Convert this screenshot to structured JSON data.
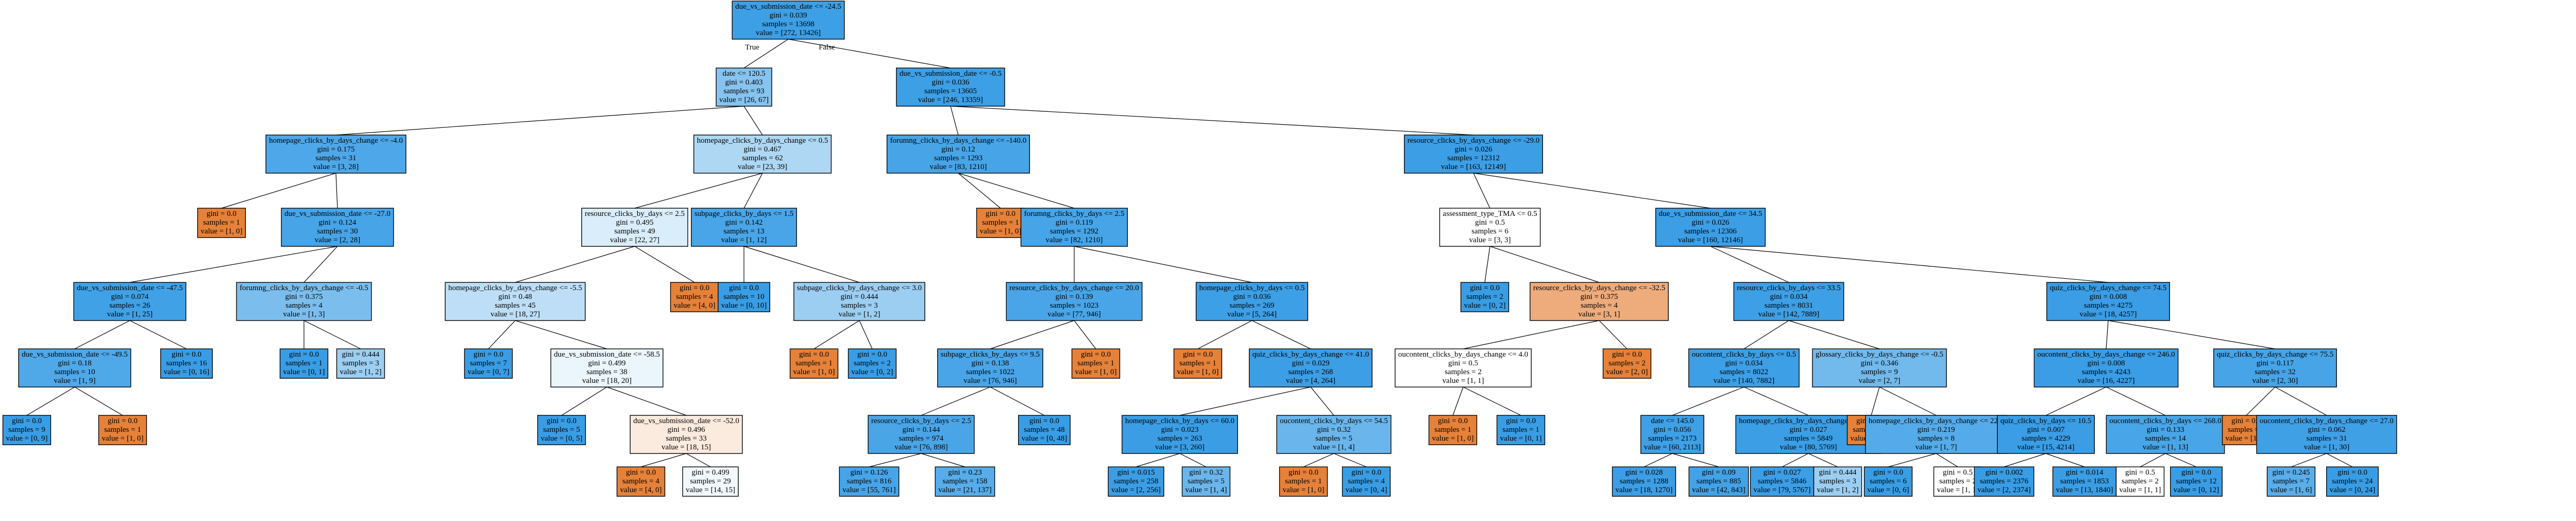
{
  "tree": {
    "colors": {
      "blue": "#399de5",
      "orange": "#e58139",
      "white": "#ffffff"
    },
    "edge_labels": {
      "true_label": "True",
      "false_label": "False"
    },
    "nodes": [
      {
        "id": "n0",
        "lines": [
          "due_vs_submission_date <= -24.5",
          "gini = 0.039",
          "samples = 13698",
          "value = [272, 13426]"
        ],
        "fill": "#3d9fe5"
      },
      {
        "id": "n1",
        "parent": "n0",
        "lines": [
          "date <= 120.5",
          "gini = 0.403",
          "samples = 93",
          "value = [26, 67]"
        ],
        "fill": "#86c3ef"
      },
      {
        "id": "n2",
        "parent": "n0",
        "lines": [
          "due_vs_submission_date <= -0.5",
          "gini = 0.036",
          "samples = 13605",
          "value = [246, 13359]"
        ],
        "fill": "#3d9fe5"
      },
      {
        "id": "n3",
        "parent": "n1",
        "lines": [
          "homepage_clicks_by_days_change <= -4.0",
          "gini = 0.175",
          "samples = 31",
          "value = [3, 28]"
        ],
        "fill": "#4ea7e8"
      },
      {
        "id": "n4",
        "parent": "n1",
        "lines": [
          "homepage_clicks_by_days_change <= 0.5",
          "gini = 0.467",
          "samples = 62",
          "value = [23, 39]"
        ],
        "fill": "#aed7f4"
      },
      {
        "id": "n5",
        "parent": "n2",
        "lines": [
          "forumng_clicks_by_days_change <= -140.0",
          "gini = 0.12",
          "samples = 1293",
          "value = [83, 1210]"
        ],
        "fill": "#47a4e7"
      },
      {
        "id": "n6",
        "parent": "n2",
        "lines": [
          "resource_clicks_by_days_change <= -29.0",
          "gini = 0.026",
          "samples = 12312",
          "value = [163, 12149]"
        ],
        "fill": "#3c9ee5"
      },
      {
        "id": "n7",
        "parent": "n3",
        "lines": [
          "gini = 0.0",
          "samples = 1",
          "value = [1, 0]"
        ],
        "fill": "#e58139"
      },
      {
        "id": "n8",
        "parent": "n3",
        "lines": [
          "due_vs_submission_date <= -27.0",
          "gini = 0.124",
          "samples = 30",
          "value = [2, 28]"
        ],
        "fill": "#47a4e7"
      },
      {
        "id": "n9",
        "parent": "n4",
        "lines": [
          "resource_clicks_by_days <= 2.5",
          "gini = 0.495",
          "samples = 49",
          "value = [22, 27]"
        ],
        "fill": "#daedfa"
      },
      {
        "id": "n10",
        "parent": "n4",
        "lines": [
          "subpage_clicks_by_days <= 1.5",
          "gini = 0.142",
          "samples = 13",
          "value = [1, 12]"
        ],
        "fill": "#49a5e7"
      },
      {
        "id": "n11",
        "parent": "n5",
        "lines": [
          "gini = 0.0",
          "samples = 1",
          "value = [1, 0]"
        ],
        "fill": "#e58139"
      },
      {
        "id": "n12",
        "parent": "n5",
        "lines": [
          "forumng_clicks_by_days <= 2.5",
          "gini = 0.119",
          "samples = 1292",
          "value = [82, 1210]"
        ],
        "fill": "#46a4e7"
      },
      {
        "id": "n13",
        "parent": "n6",
        "lines": [
          "assessment_type_TMA <= 0.5",
          "gini = 0.5",
          "samples = 6",
          "value = [3, 3]"
        ],
        "fill": "#ffffff"
      },
      {
        "id": "n14",
        "parent": "n6",
        "lines": [
          "due_vs_submission_date <= 34.5",
          "gini = 0.026",
          "samples = 12306",
          "value = [160, 12146]"
        ],
        "fill": "#3c9ee5"
      },
      {
        "id": "n15",
        "parent": "n8",
        "lines": [
          "due_vs_submission_date <= -47.5",
          "gini = 0.074",
          "samples = 26",
          "value = [1, 25]"
        ],
        "fill": "#41a1e6"
      },
      {
        "id": "n16",
        "parent": "n8",
        "lines": [
          "forumng_clicks_by_days_change <= -0.5",
          "gini = 0.375",
          "samples = 4",
          "value = [1, 3]"
        ],
        "fill": "#7bbeee"
      },
      {
        "id": "n17",
        "parent": "n9",
        "lines": [
          "homepage_clicks_by_days_change <= -5.5",
          "gini = 0.48",
          "samples = 45",
          "value = [18, 27]"
        ],
        "fill": "#bddef6"
      },
      {
        "id": "n18",
        "parent": "n9",
        "lines": [
          "gini = 0.0",
          "samples = 4",
          "value = [4, 0]"
        ],
        "fill": "#e58139"
      },
      {
        "id": "n19",
        "parent": "n10",
        "lines": [
          "gini = 0.0",
          "samples = 10",
          "value = [0, 10]"
        ],
        "fill": "#399de5"
      },
      {
        "id": "n20",
        "parent": "n10",
        "lines": [
          "subpage_clicks_by_days_change <= 3.0",
          "gini = 0.444",
          "samples = 3",
          "value = [1, 2]"
        ],
        "fill": "#9ccef2"
      },
      {
        "id": "n21",
        "parent": "n12",
        "lines": [
          "resource_clicks_by_days_change <= 20.0",
          "gini = 0.139",
          "samples = 1023",
          "value = [77, 946]"
        ],
        "fill": "#49a5e7"
      },
      {
        "id": "n22",
        "parent": "n12",
        "lines": [
          "homepage_clicks_by_days <= 0.5",
          "gini = 0.036",
          "samples = 269",
          "value = [5, 264]"
        ],
        "fill": "#3d9fe5"
      },
      {
        "id": "n23",
        "parent": "n13",
        "lines": [
          "gini = 0.0",
          "samples = 2",
          "value = [0, 2]"
        ],
        "fill": "#399de5"
      },
      {
        "id": "n24",
        "parent": "n13",
        "lines": [
          "resource_clicks_by_days_change <= -32.5",
          "gini = 0.375",
          "samples = 4",
          "value = [3, 1]"
        ],
        "fill": "#eeab7b"
      },
      {
        "id": "n25",
        "parent": "n14",
        "lines": [
          "resource_clicks_by_days <= 33.5",
          "gini = 0.034",
          "samples = 8031",
          "value = [142, 7889]"
        ],
        "fill": "#3d9fe5"
      },
      {
        "id": "n26",
        "parent": "n14",
        "lines": [
          "quiz_clicks_by_days_change <= 74.5",
          "gini = 0.008",
          "samples = 4275",
          "value = [18, 4257]"
        ],
        "fill": "#3a9de5"
      },
      {
        "id": "n27",
        "parent": "n15",
        "lines": [
          "due_vs_submission_date <= -49.5",
          "gini = 0.18",
          "samples = 10",
          "value = [1, 9]"
        ],
        "fill": "#4fa8e8"
      },
      {
        "id": "n28",
        "parent": "n15",
        "lines": [
          "gini = 0.0",
          "samples = 16",
          "value = [0, 16]"
        ],
        "fill": "#399de5"
      },
      {
        "id": "n29",
        "parent": "n16",
        "lines": [
          "gini = 0.0",
          "samples = 1",
          "value = [0, 1]"
        ],
        "fill": "#399de5"
      },
      {
        "id": "n30",
        "parent": "n16",
        "lines": [
          "gini = 0.444",
          "samples = 3",
          "value = [1, 2]"
        ],
        "fill": "#9ccef2"
      },
      {
        "id": "n31",
        "parent": "n17",
        "lines": [
          "gini = 0.0",
          "samples = 7",
          "value = [0, 7]"
        ],
        "fill": "#399de5"
      },
      {
        "id": "n32",
        "parent": "n17",
        "lines": [
          "due_vs_submission_date <= -58.5",
          "gini = 0.499",
          "samples = 38",
          "value = [18, 20]"
        ],
        "fill": "#ebf5fc"
      },
      {
        "id": "n33",
        "parent": "n20",
        "lines": [
          "gini = 0.0",
          "samples = 1",
          "value = [1, 0]"
        ],
        "fill": "#e58139"
      },
      {
        "id": "n34",
        "parent": "n20",
        "lines": [
          "gini = 0.0",
          "samples = 2",
          "value = [0, 2]"
        ],
        "fill": "#399de5"
      },
      {
        "id": "n35",
        "parent": "n21",
        "lines": [
          "subpage_clicks_by_days <= 9.5",
          "gini = 0.138",
          "samples = 1022",
          "value = [76, 946]"
        ],
        "fill": "#49a5e7"
      },
      {
        "id": "n36",
        "parent": "n21",
        "lines": [
          "gini = 0.0",
          "samples = 1",
          "value = [1, 0]"
        ],
        "fill": "#e58139"
      },
      {
        "id": "n37",
        "parent": "n22",
        "lines": [
          "gini = 0.0",
          "samples = 1",
          "value = [1, 0]"
        ],
        "fill": "#e58139"
      },
      {
        "id": "n38",
        "parent": "n22",
        "lines": [
          "quiz_clicks_by_days_change <= 41.0",
          "gini = 0.029",
          "samples = 268",
          "value = [4, 264]"
        ],
        "fill": "#3c9ee5"
      },
      {
        "id": "n39",
        "parent": "n24",
        "lines": [
          "oucontent_clicks_by_days_change <= 4.0",
          "gini = 0.5",
          "samples = 2",
          "value = [1, 1]"
        ],
        "fill": "#ffffff"
      },
      {
        "id": "n40",
        "parent": "n24",
        "lines": [
          "gini = 0.0",
          "samples = 2",
          "value = [2, 0]"
        ],
        "fill": "#e58139"
      },
      {
        "id": "n41",
        "parent": "n25",
        "lines": [
          "oucontent_clicks_by_days <= 0.5",
          "gini = 0.034",
          "samples = 8022",
          "value = [140, 7882]"
        ],
        "fill": "#3d9fe5"
      },
      {
        "id": "n42",
        "parent": "n25",
        "lines": [
          "glossary_clicks_by_days_change <= -0.5",
          "gini = 0.346",
          "samples = 9",
          "value = [2, 7]"
        ],
        "fill": "#72b9ec"
      },
      {
        "id": "n43",
        "parent": "n26",
        "lines": [
          "oucontent_clicks_by_days_change <= 246.0",
          "gini = 0.008",
          "samples = 4243",
          "value = [16, 4227]"
        ],
        "fill": "#3a9de5"
      },
      {
        "id": "n44",
        "parent": "n26",
        "lines": [
          "quiz_clicks_by_days_change <= 75.5",
          "gini = 0.117",
          "samples = 32",
          "value = [2, 30]"
        ],
        "fill": "#46a4e7"
      },
      {
        "id": "n45",
        "parent": "n27",
        "lines": [
          "gini = 0.0",
          "samples = 9",
          "value = [0, 9]"
        ],
        "fill": "#399de5"
      },
      {
        "id": "n46",
        "parent": "n27",
        "lines": [
          "gini = 0.0",
          "samples = 1",
          "value = [1, 0]"
        ],
        "fill": "#e58139"
      },
      {
        "id": "n47",
        "parent": "n32",
        "lines": [
          "gini = 0.0",
          "samples = 5",
          "value = [0, 5]"
        ],
        "fill": "#399de5"
      },
      {
        "id": "n48",
        "parent": "n32",
        "lines": [
          "due_vs_submission_date <= -52.0",
          "gini = 0.496",
          "samples = 33",
          "value = [18, 15]"
        ],
        "fill": "#fbeade"
      },
      {
        "id": "n49",
        "parent": "n35",
        "lines": [
          "resource_clicks_by_days <= 2.5",
          "gini = 0.144",
          "samples = 974",
          "value = [76, 898]"
        ],
        "fill": "#4aa5e7"
      },
      {
        "id": "n50",
        "parent": "n35",
        "lines": [
          "gini = 0.0",
          "samples = 48",
          "value = [0, 48]"
        ],
        "fill": "#399de5"
      },
      {
        "id": "n51",
        "parent": "n38",
        "lines": [
          "homepage_clicks_by_days <= 60.0",
          "gini = 0.023",
          "samples = 263",
          "value = [3, 260]"
        ],
        "fill": "#3b9ee5"
      },
      {
        "id": "n52",
        "parent": "n38",
        "lines": [
          "oucontent_clicks_by_days <= 54.5",
          "gini = 0.32",
          "samples = 5",
          "value = [1, 4]"
        ],
        "fill": "#6ab6ec"
      },
      {
        "id": "n53",
        "parent": "n39",
        "lines": [
          "gini = 0.0",
          "samples = 1",
          "value = [1, 0]"
        ],
        "fill": "#e58139"
      },
      {
        "id": "n54",
        "parent": "n39",
        "lines": [
          "gini = 0.0",
          "samples = 1",
          "value = [0, 1]"
        ],
        "fill": "#399de5"
      },
      {
        "id": "n55",
        "parent": "n41",
        "lines": [
          "date <= 145.0",
          "gini = 0.056",
          "samples = 2173",
          "value = [60, 2113]"
        ],
        "fill": "#3fa0e6"
      },
      {
        "id": "n56",
        "parent": "n41",
        "lines": [
          "homepage_clicks_by_days_change <= 121.5",
          "gini = 0.027",
          "samples = 5849",
          "value = [80, 5769]"
        ],
        "fill": "#3c9ee5"
      },
      {
        "id": "n57",
        "parent": "n42",
        "lines": [
          "gini = 0.0",
          "samples = 1",
          "value = [1, 0]"
        ],
        "fill": "#e58139"
      },
      {
        "id": "n58",
        "parent": "n42",
        "lines": [
          "homepage_clicks_by_days_change <= 22.0",
          "gini = 0.219",
          "samples = 8",
          "value = [1, 7]"
        ],
        "fill": "#55abe9"
      },
      {
        "id": "n59",
        "parent": "n43",
        "lines": [
          "quiz_clicks_by_days <= 10.5",
          "gini = 0.007",
          "samples = 4229",
          "value = [15, 4214]"
        ],
        "fill": "#3a9de5"
      },
      {
        "id": "n60",
        "parent": "n43",
        "lines": [
          "oucontent_clicks_by_days <= 268.0",
          "gini = 0.133",
          "samples = 14",
          "value = [1, 13]"
        ],
        "fill": "#48a5e7"
      },
      {
        "id": "n61",
        "parent": "n44",
        "lines": [
          "gini = 0.0",
          "samples = 1",
          "value = [1, 0]"
        ],
        "fill": "#e58139"
      },
      {
        "id": "n62",
        "parent": "n44",
        "lines": [
          "oucontent_clicks_by_days_change <= 27.0",
          "gini = 0.062",
          "samples = 31",
          "value = [1, 30]"
        ],
        "fill": "#40a0e6"
      },
      {
        "id": "n63",
        "parent": "n48",
        "lines": [
          "gini = 0.0",
          "samples = 4",
          "value = [4, 0]"
        ],
        "fill": "#e58139"
      },
      {
        "id": "n64",
        "parent": "n48",
        "lines": [
          "gini = 0.499",
          "samples = 29",
          "value = [14, 15]"
        ],
        "fill": "#f2f8fd"
      },
      {
        "id": "n65",
        "parent": "n49",
        "lines": [
          "gini = 0.126",
          "samples = 816",
          "value = [55, 761]"
        ],
        "fill": "#47a4e7"
      },
      {
        "id": "n66",
        "parent": "n49",
        "lines": [
          "gini = 0.23",
          "samples = 158",
          "value = [21, 137]"
        ],
        "fill": "#57ace9"
      },
      {
        "id": "n67",
        "parent": "n51",
        "lines": [
          "gini = 0.015",
          "samples = 258",
          "value = [2, 256]"
        ],
        "fill": "#3b9ee5"
      },
      {
        "id": "n68",
        "parent": "n51",
        "lines": [
          "gini = 0.32",
          "samples = 5",
          "value = [1, 4]"
        ],
        "fill": "#6ab6ec"
      },
      {
        "id": "n69",
        "parent": "n52",
        "lines": [
          "gini = 0.0",
          "samples = 1",
          "value = [1, 0]"
        ],
        "fill": "#e58139"
      },
      {
        "id": "n70",
        "parent": "n52",
        "lines": [
          "gini = 0.0",
          "samples = 4",
          "value = [0, 4]"
        ],
        "fill": "#399de5"
      },
      {
        "id": "n71",
        "parent": "n55",
        "lines": [
          "gini = 0.028",
          "samples = 1288",
          "value = [18, 1270]"
        ],
        "fill": "#3c9ee5"
      },
      {
        "id": "n72",
        "parent": "n55",
        "lines": [
          "gini = 0.09",
          "samples = 885",
          "value = [42, 843]"
        ],
        "fill": "#43a2e6"
      },
      {
        "id": "n73",
        "parent": "n56",
        "lines": [
          "gini = 0.027",
          "samples = 5846",
          "value = [79, 5767]"
        ],
        "fill": "#3c9ee5"
      },
      {
        "id": "n74",
        "parent": "n56",
        "lines": [
          "gini = 0.444",
          "samples = 3",
          "value = [1, 2]"
        ],
        "fill": "#9ccef2"
      },
      {
        "id": "n75",
        "parent": "n58",
        "lines": [
          "gini = 0.0",
          "samples = 6",
          "value = [0, 6]"
        ],
        "fill": "#399de5"
      },
      {
        "id": "n76",
        "parent": "n58",
        "lines": [
          "gini = 0.5",
          "samples = 2",
          "value = [1, 1]"
        ],
        "fill": "#ffffff"
      },
      {
        "id": "n77",
        "parent": "n59",
        "lines": [
          "gini = 0.002",
          "samples = 2376",
          "value = [2, 2374]"
        ],
        "fill": "#399de5"
      },
      {
        "id": "n78",
        "parent": "n59",
        "lines": [
          "gini = 0.014",
          "samples = 1853",
          "value = [13, 1840]"
        ],
        "fill": "#3a9ee5"
      },
      {
        "id": "n79",
        "parent": "n60",
        "lines": [
          "gini = 0.5",
          "samples = 2",
          "value = [1, 1]"
        ],
        "fill": "#ffffff"
      },
      {
        "id": "n80",
        "parent": "n60",
        "lines": [
          "gini = 0.0",
          "samples = 12",
          "value = [0, 12]"
        ],
        "fill": "#399de5"
      },
      {
        "id": "n81",
        "parent": "n62",
        "lines": [
          "gini = 0.245",
          "samples = 7",
          "value = [1, 6]"
        ],
        "fill": "#5aade9"
      },
      {
        "id": "n82",
        "parent": "n62",
        "lines": [
          "gini = 0.0",
          "samples = 24",
          "value = [0, 24]"
        ],
        "fill": "#399de5"
      }
    ]
  }
}
